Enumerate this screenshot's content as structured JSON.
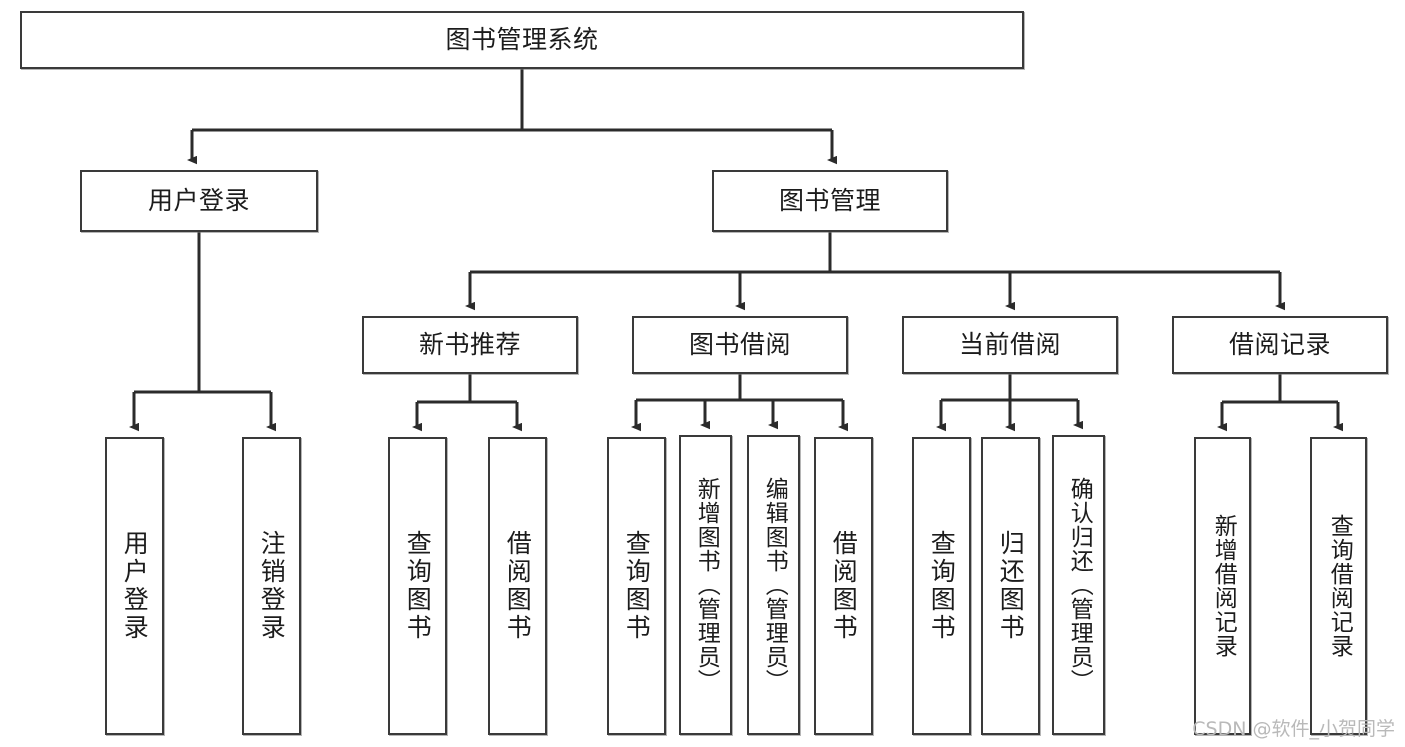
{
  "diagram": {
    "title": "图书管理系统",
    "type": "tree",
    "watermark": "CSDN @软件_小贺同学",
    "colors": {
      "box_border": "#3a3a3a",
      "box_fill": "#ffffff",
      "connector": "#2b2b2b",
      "text": "#1c1c1c",
      "watermark": "#b9b9b9"
    },
    "levels": {
      "root": {
        "label": "图书管理系统"
      },
      "level2": [
        {
          "id": "user-login",
          "label": "用户登录"
        },
        {
          "id": "book-management",
          "label": "图书管理"
        }
      ],
      "level3": [
        {
          "id": "new-book-recommend",
          "label": "新书推荐",
          "parent": "book-management"
        },
        {
          "id": "book-borrow",
          "label": "图书借阅",
          "parent": "book-management"
        },
        {
          "id": "current-borrow",
          "label": "当前借阅",
          "parent": "book-management"
        },
        {
          "id": "borrow-record",
          "label": "借阅记录",
          "parent": "book-management"
        }
      ],
      "leaves": [
        {
          "id": "leaf-user-login",
          "label": "用户登录",
          "parent": "user-login"
        },
        {
          "id": "leaf-logout",
          "label": "注销登录",
          "parent": "user-login"
        },
        {
          "id": "leaf-query-book-1",
          "label": "查询图书",
          "parent": "new-book-recommend"
        },
        {
          "id": "leaf-borrow-book-1",
          "label": "借阅图书",
          "parent": "new-book-recommend"
        },
        {
          "id": "leaf-query-book-2",
          "label": "查询图书",
          "parent": "book-borrow"
        },
        {
          "id": "leaf-add-book",
          "label": "新增图书（管理员）",
          "parent": "book-borrow"
        },
        {
          "id": "leaf-edit-book",
          "label": "编辑图书（管理员）",
          "parent": "book-borrow"
        },
        {
          "id": "leaf-borrow-book-2",
          "label": "借阅图书",
          "parent": "book-borrow"
        },
        {
          "id": "leaf-query-book-3",
          "label": "查询图书",
          "parent": "current-borrow"
        },
        {
          "id": "leaf-return-book",
          "label": "归还图书",
          "parent": "current-borrow"
        },
        {
          "id": "leaf-confirm-return",
          "label": "确认归还（管理员）",
          "parent": "current-borrow"
        },
        {
          "id": "leaf-add-record",
          "label": "新增借阅记录",
          "parent": "borrow-record"
        },
        {
          "id": "leaf-query-record",
          "label": "查询借阅记录",
          "parent": "borrow-record"
        }
      ]
    }
  }
}
